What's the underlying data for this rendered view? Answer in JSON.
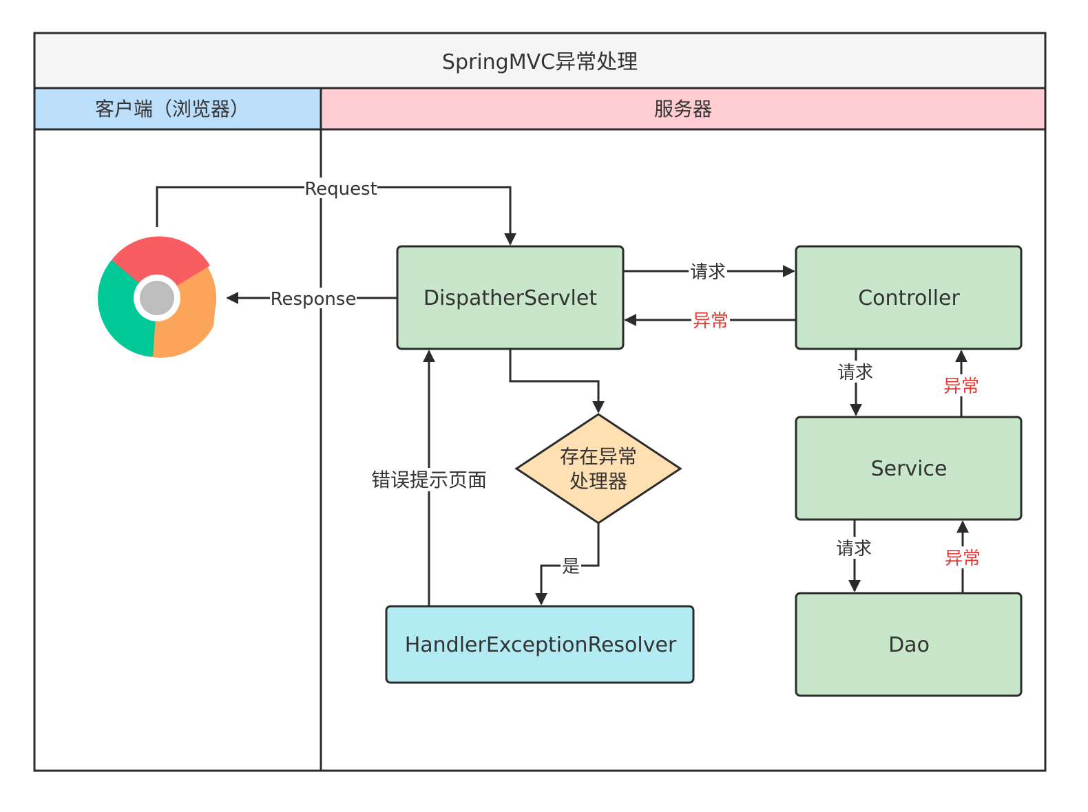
{
  "diagram": {
    "title": "SpringMVC异常处理",
    "lanes": {
      "client": "客户端（浏览器）",
      "server": "服务器"
    },
    "colors": {
      "title_bg": "#f5f5f5",
      "client_header_bg": "#bbdefb",
      "server_header_bg": "#ffcdd2",
      "node_green": "#c8e6c9",
      "node_cyan": "#b2ebf2",
      "decision_orange": "#ffe0b2",
      "stroke": "#2b2b2b",
      "exception_text": "#e53935"
    },
    "nodes": {
      "dispatcher": "DispatherServlet",
      "controller": "Controller",
      "service": "Service",
      "dao": "Dao",
      "resolver": "HandlerExceptionResolver",
      "decision_line1": "存在异常",
      "decision_line2": "处理器"
    },
    "edges": {
      "request": "Request",
      "response": "Response",
      "req_dispatcher_controller": "请求",
      "exc_controller_dispatcher": "异常",
      "req_controller_service": "请求",
      "exc_service_controller": "异常",
      "req_service_dao": "请求",
      "exc_dao_service": "异常",
      "yes": "是",
      "error_page": "错误提示页面"
    },
    "icons": {
      "browser": "chrome-browser-icon"
    }
  }
}
